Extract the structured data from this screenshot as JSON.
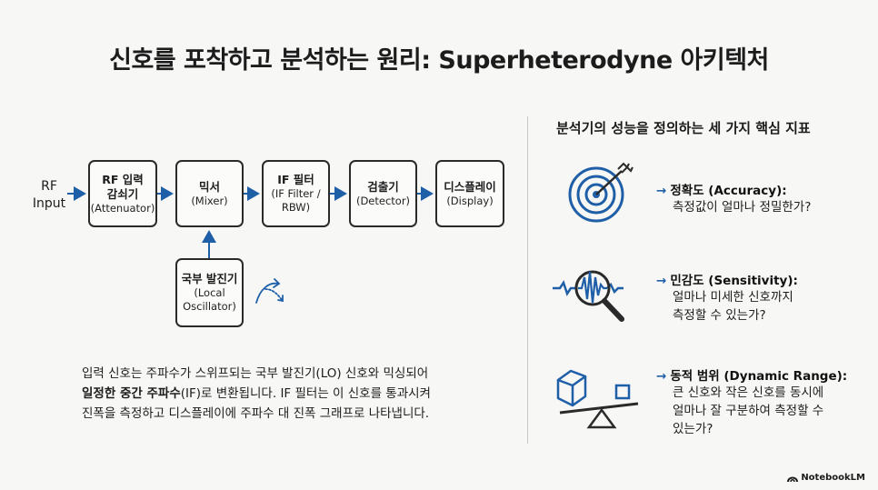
{
  "title": "신호를 포착하고 분석하는 원리: Superheterodyne 아키텍처",
  "diagram": {
    "input_label": "RF\nInput",
    "blocks": [
      {
        "title": "RF 입력\n감쇠기",
        "subtitle": "(Attenuator)"
      },
      {
        "title": "믹서",
        "subtitle": "(Mixer)"
      },
      {
        "title": "IF 필터",
        "subtitle": "(IF Filter /\nRBW)"
      },
      {
        "title": "검출기",
        "subtitle": "(Detector)"
      },
      {
        "title": "디스플레이",
        "subtitle": "(Display)"
      }
    ],
    "oscillator": {
      "title": "국부 발진기",
      "subtitle": "(Local\nOscillator)"
    }
  },
  "description": {
    "line1": "입력 신호는 주파수가 스위프되는 국부 발진기(LO) 신호와 믹싱되어",
    "line2_bold": "일정한 중간 주파수",
    "line2_rest": "(IF)로 변환됩니다. IF 필터는 이 신호를 통과시켜",
    "line3": "진폭을 측정하고 디스플레이에 주파수 대 진폭 그래프로 나타냅니다."
  },
  "metrics_section": {
    "title": "분석기의 성능을 정의하는 세 가지 핵심 지표",
    "arrow": "→",
    "items": [
      {
        "icon": "target-icon",
        "title": "정확도 (Accuracy):",
        "desc": "측정값이 얼마나 정밀한가?"
      },
      {
        "icon": "signal-magnifier-icon",
        "title": "민감도 (Sensitivity):",
        "desc": "얼마나 미세한 신호까지\n측정할 수 있는가?"
      },
      {
        "icon": "balance-icon",
        "title": "동적 범위 (Dynamic Range):",
        "desc": "큰 신호와 작은 신호를 동시에\n얼마나 잘 구분하여 측정할 수\n있는가?"
      }
    ]
  },
  "brand": "NotebookLM",
  "colors": {
    "accent": "#1f5fa8",
    "border": "#2a2a2a",
    "background": "#f7f7f5"
  }
}
